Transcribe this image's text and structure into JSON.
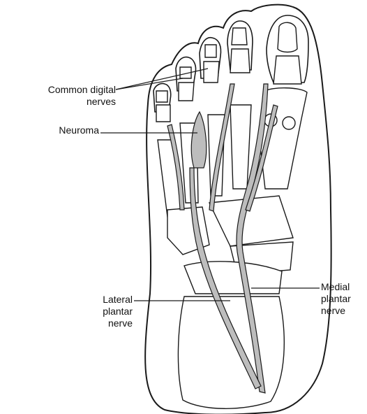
{
  "figure": {
    "labels": {
      "common_digital": [
        "Common digital",
        "nerves"
      ],
      "neuroma": [
        "Neuroma"
      ],
      "lateral_plantar": [
        "Lateral",
        "plantar",
        "nerve"
      ],
      "medial_plantar": [
        "Medial",
        "plantar",
        "nerve"
      ]
    },
    "colors": {
      "ink": "#1a1a1a",
      "nerve_fill": "#bdbdbd",
      "bone_fill": "#ffffff"
    }
  }
}
